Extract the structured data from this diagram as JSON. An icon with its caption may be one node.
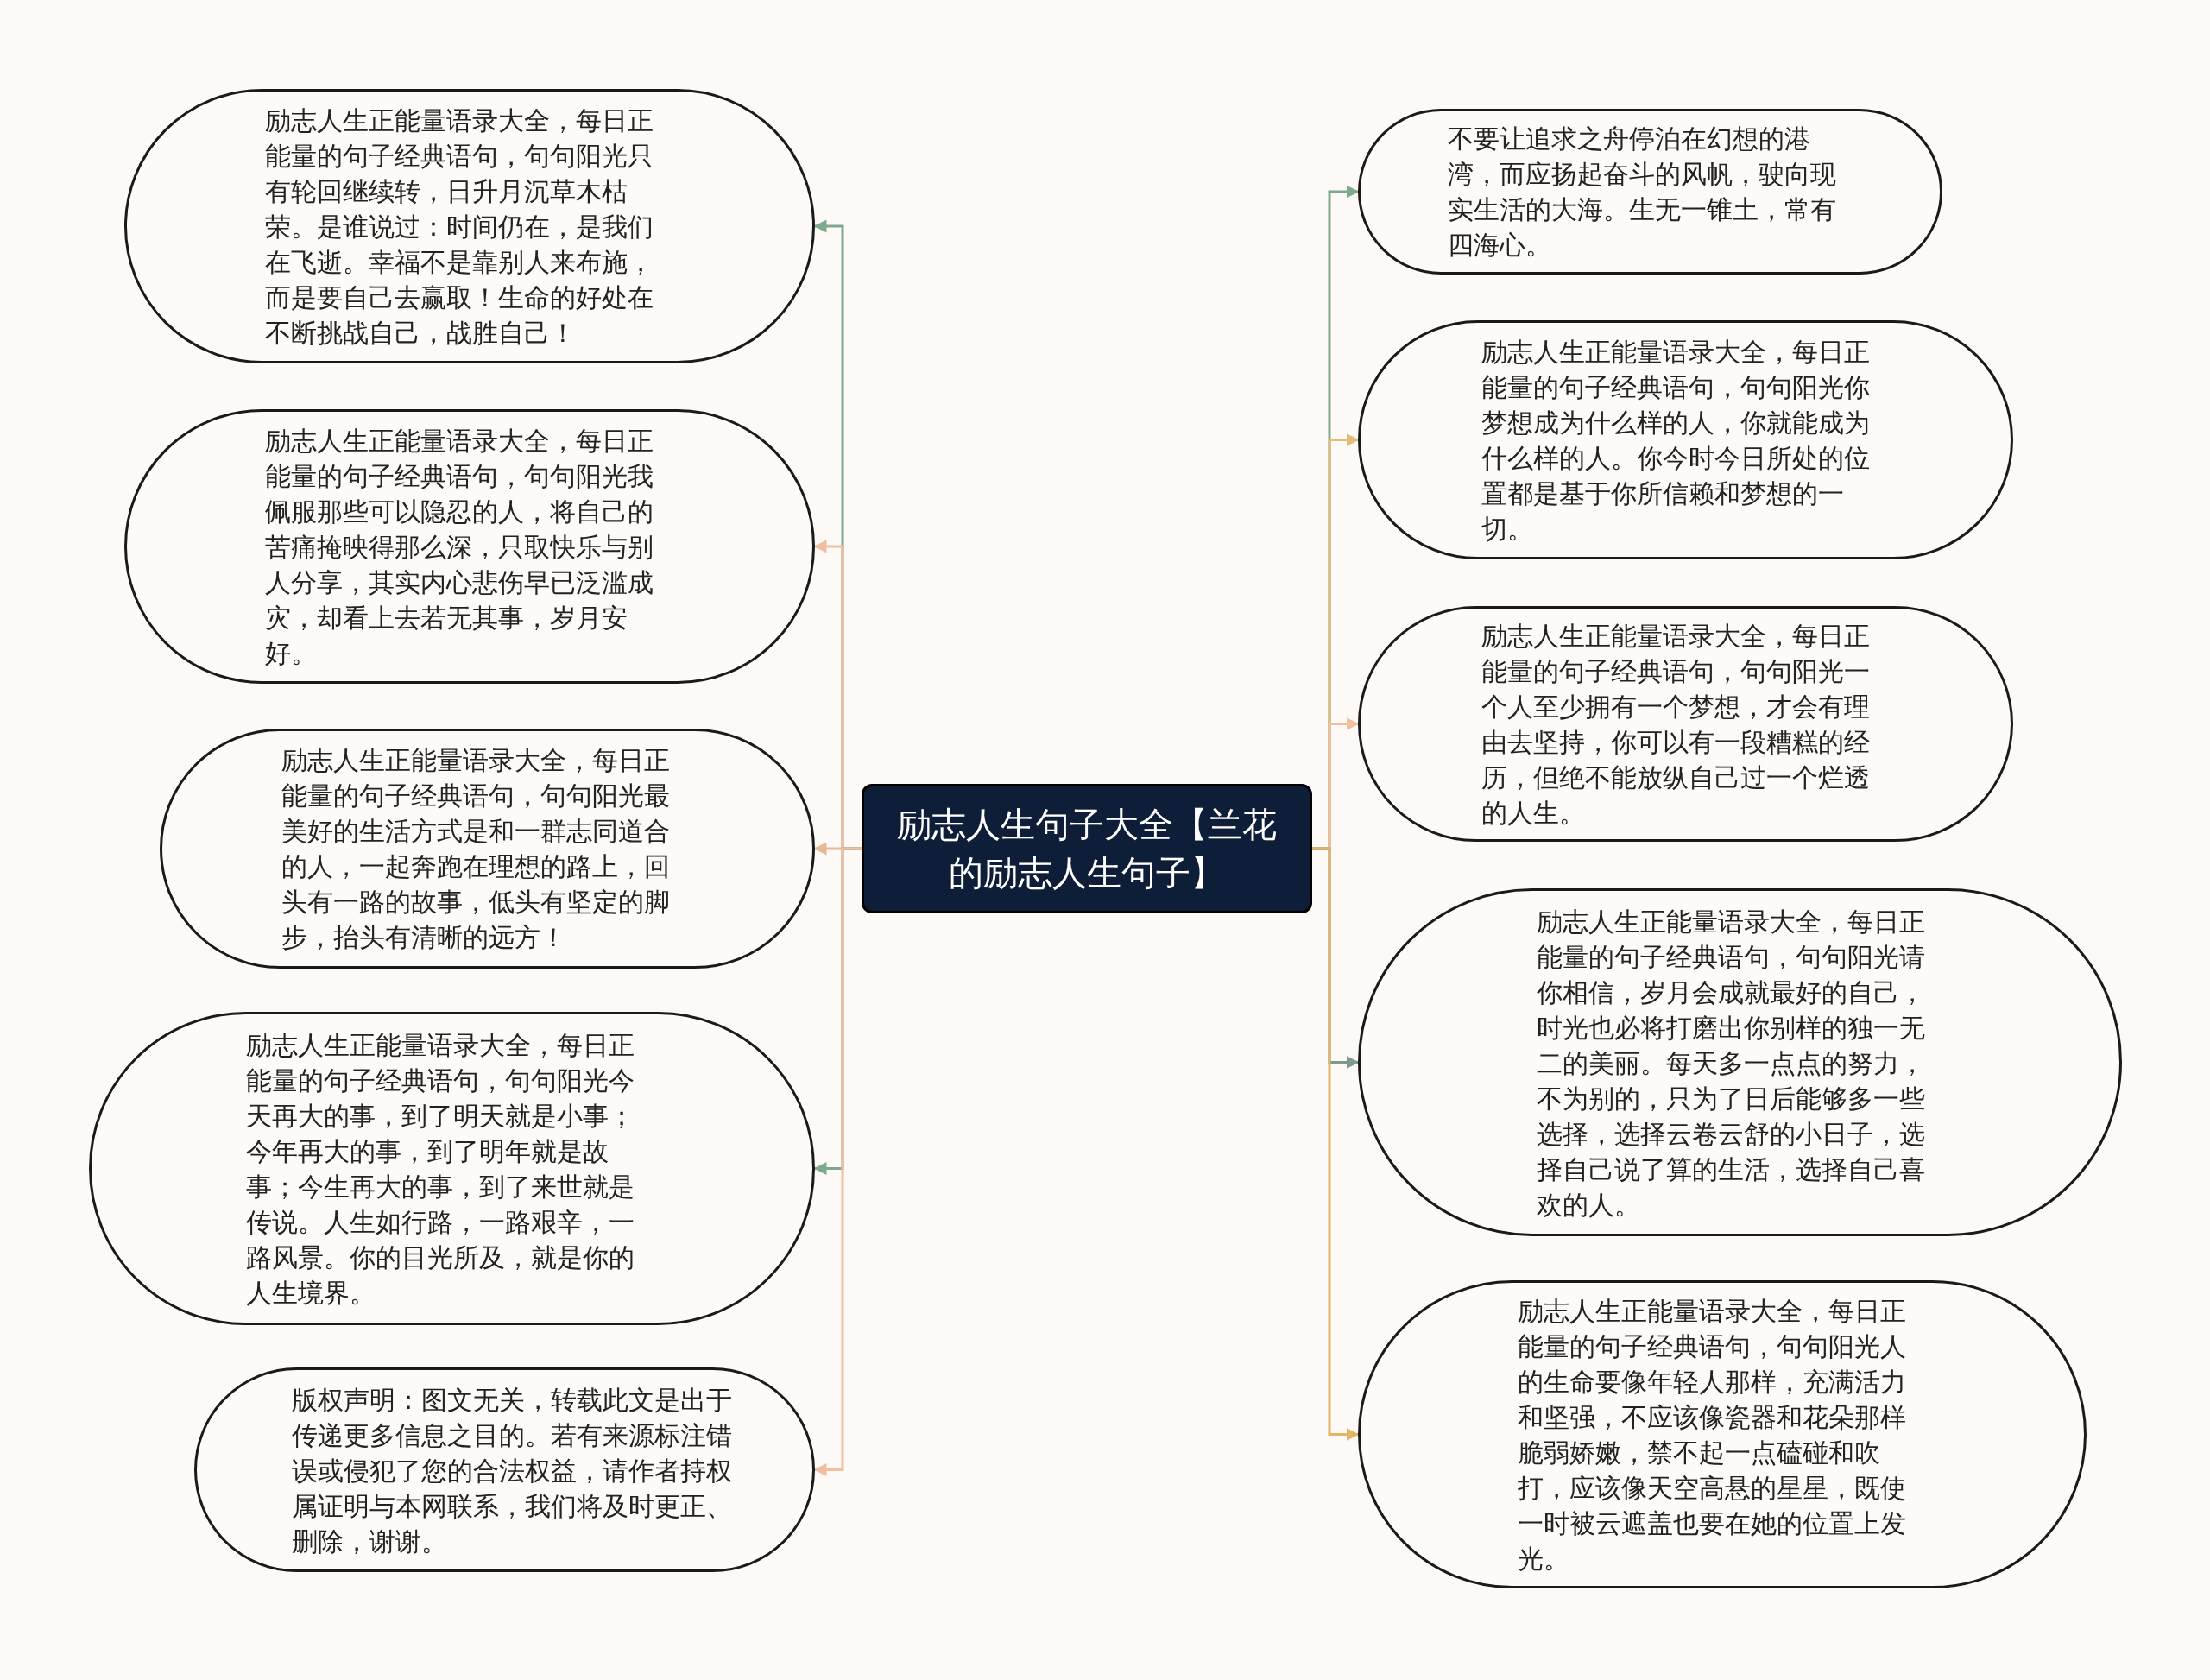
{
  "diagram": {
    "nodes": [
      {
        "text": [
          "励志人生句子大全【兰花的励志人生句子】"
        ]
      },
      {
        "text": [
          "不要让追求之舟停泊在幻想的港湾，而应扬起奋斗的风帆，驶向现实生活的大海。生无一锥土，常有四海心。"
        ]
      },
      {
        "text": [
          "励志人生正能量语录大全，每日正能量的句子经典语句，句句阳光你梦想成为什么样的人，你就能成为什么样的人。你今时今日所处的位置都是基于你所信赖和梦想的一切。"
        ]
      },
      {
        "text": [
          "励志人生正能量语录大全，每日正能量的句子经典语句，句句阳光一个人至少拥有一个梦想，才会有理由去坚持，你可以有一段糟糕的经历，但绝不能放纵自己过一个烂透的人生。"
        ]
      },
      {
        "text": [
          "励志人生正能量语录大全，每日正能量的句子经典语句，句句阳光请你相信，岁月会成就最好的自己，时光也必将打磨出你别样的独一无二的美丽。每天多一点点的努力，不为别的，只为了日后能够多一些选择，选择云卷云舒的小日子，选择自己说了算的生活，选择自己喜欢的人。"
        ]
      },
      {
        "text": [
          "励志人生正能量语录大全，每日正能量的句子经典语句，句句阳光人的生命要像年轻人那样，充满活力和坚强，不应该像瓷器和花朵那样脆弱娇嫩，禁不起一点磕碰和吹打，应该像天空高悬的星星，既使一时被云遮盖也要在她的位置上发光。"
        ]
      },
      {
        "text": [
          "励志人生正能量语录大全，每日正能量的句子经典语句，句句阳光只有轮回继续转，日升月沉草木枯荣。是谁说过：时间仍在，是我们在飞逝。幸福不是靠别人来布施，而是要自己去赢取！生命的好处在不断挑战自己，战胜自己！"
        ]
      },
      {
        "text": [
          "励志人生正能量语录大全，每日正能量的句子经典语句，句句阳光我佩服那些可以隐忍的人，将自己的苦痛掩映得那么深，只取快乐与别人分享，其实内心悲伤早已泛滥成灾，却看上去若无其事，岁月安好。"
        ]
      },
      {
        "text": [
          "励志人生正能量语录大全，每日正能量的句子经典语句，句句阳光最美好的生活方式是和一群志同道合的人，一起奔跑在理想的路上，回头有一路的故事，低头有坚定的脚步，抬头有清晰的远方！"
        ]
      },
      {
        "text": [
          "励志人生正能量语录大全，每日正能量的句子经典语句，句句阳光今天再大的事，到了明天就是小事；今年再大的事，到了明年就是故事；今生再大的事，到了来世就是传说。人生如行路，一路艰辛，一路风景。你的目光所及，就是你的人生境界。"
        ]
      },
      {
        "text": [
          "版权声明：图文无关，转载此文是出于传递更多信息之目的。若有来源标注错误或侵犯了您的合法权益，请作者持权属证明与本网联系，我们将及时更正、删除，谢谢。"
        ]
      }
    ],
    "edges": [
      {
        "from": 0,
        "to": 1,
        "arrow": "to",
        "color": "#7fa98c"
      },
      {
        "from": 0,
        "to": 2,
        "arrow": "to",
        "color": "#e2bd78"
      },
      {
        "from": 0,
        "to": 3,
        "arrow": "to",
        "color": "#efbfa0"
      },
      {
        "from": 0,
        "to": 4,
        "arrow": "to",
        "color": "#7f9a8c"
      },
      {
        "from": 0,
        "to": 5,
        "arrow": "to",
        "color": "#e2b464"
      },
      {
        "from": 0,
        "to": 6,
        "arrow": "to",
        "color": "#7fa98c"
      },
      {
        "from": 0,
        "to": 7,
        "arrow": "to",
        "color": "#efbfa0"
      },
      {
        "from": 0,
        "to": 8,
        "arrow": "to",
        "color": "#e8b890"
      },
      {
        "from": 0,
        "to": 9,
        "arrow": "to",
        "color": "#7fa98c"
      },
      {
        "from": 0,
        "to": 10,
        "arrow": "to",
        "color": "#efbfa0"
      }
    ]
  }
}
